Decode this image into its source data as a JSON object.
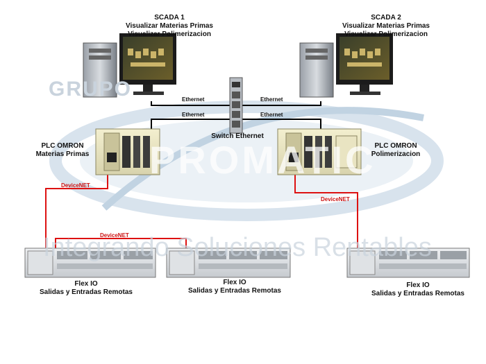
{
  "watermark": {
    "brand_left": "GRUPO",
    "brand_main": "PROMATIC",
    "tagline": "Integrando Soluciones Rentables",
    "colors": {
      "swoosh": "#b9cde0",
      "swoosh_dark": "#8fb0cc",
      "text": "#c9d3dd"
    }
  },
  "scada": [
    {
      "title": "SCADA 1",
      "lines": [
        "Visualizar Materias Primas",
        "Visualizar Polimerizacion"
      ]
    },
    {
      "title": "SCADA 2",
      "lines": [
        "Visualizar Materias Primas",
        "Visualizar Polimerizacion"
      ]
    }
  ],
  "switch": {
    "label": "Switch Ethernet"
  },
  "links": {
    "ethernet": "Ethernet",
    "devicenet": "DeviceNET"
  },
  "plc": [
    {
      "title": "PLC OMRON",
      "subtitle": "Materias Primas"
    },
    {
      "title": "PLC OMRON",
      "subtitle": "Polimerizacion"
    }
  ],
  "flex": [
    {
      "title": "Flex IO",
      "subtitle": "Salidas y Entradas Remotas"
    },
    {
      "title": "Flex IO",
      "subtitle": "Salidas y Entradas Remotas"
    },
    {
      "title": "Flex IO",
      "subtitle": "Salidas y Entradas Remotas"
    }
  ],
  "colors": {
    "ethernet_line": "#000000",
    "devicenet_line": "#dd1111"
  }
}
